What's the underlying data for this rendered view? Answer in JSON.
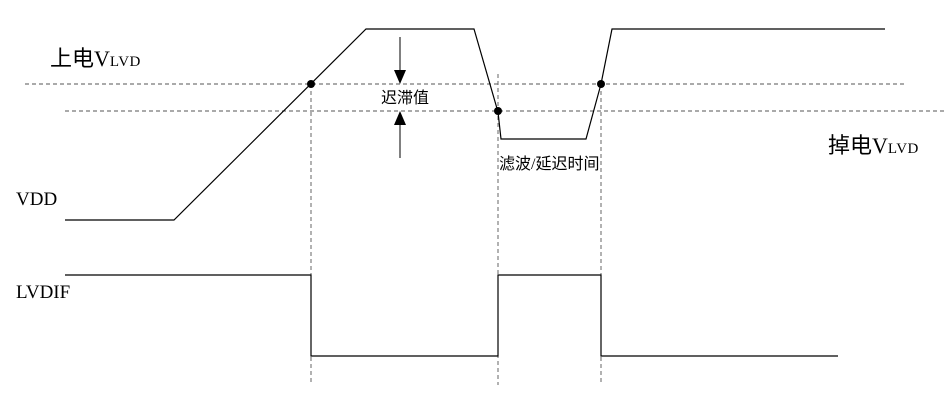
{
  "labels": {
    "power_up_prefix": "上电",
    "power_up_v": "V",
    "power_up_sub": "LVD",
    "power_down_prefix": "掉电",
    "power_down_v": "V",
    "power_down_sub": "LVD",
    "hysteresis": "迟滞值",
    "filter_delay": "滤波/延迟时间",
    "vdd": "VDD",
    "lvdif": "LVDIF"
  }
}
